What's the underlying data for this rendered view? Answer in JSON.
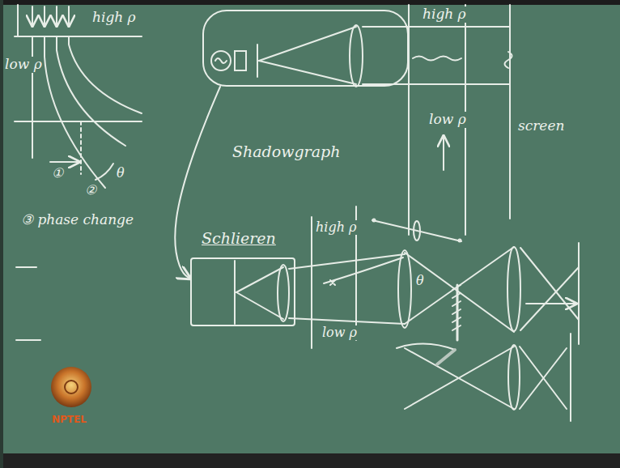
{
  "diagram": {
    "nodes": [
      {
        "text": [
          "Shadowgraph"
        ]
      },
      {
        "text": [
          "Schlieren"
        ]
      }
    ],
    "edges": [
      {
        "from": 0,
        "to": 1,
        "arrow": "to"
      }
    ],
    "labels": [
      "high ρ",
      "low ρ",
      "①",
      "②",
      "θ",
      "③ phase change",
      "high ρ",
      "low ρ",
      "screen",
      "high ρ",
      "low ρ",
      "θ",
      "NPTEL"
    ]
  }
}
